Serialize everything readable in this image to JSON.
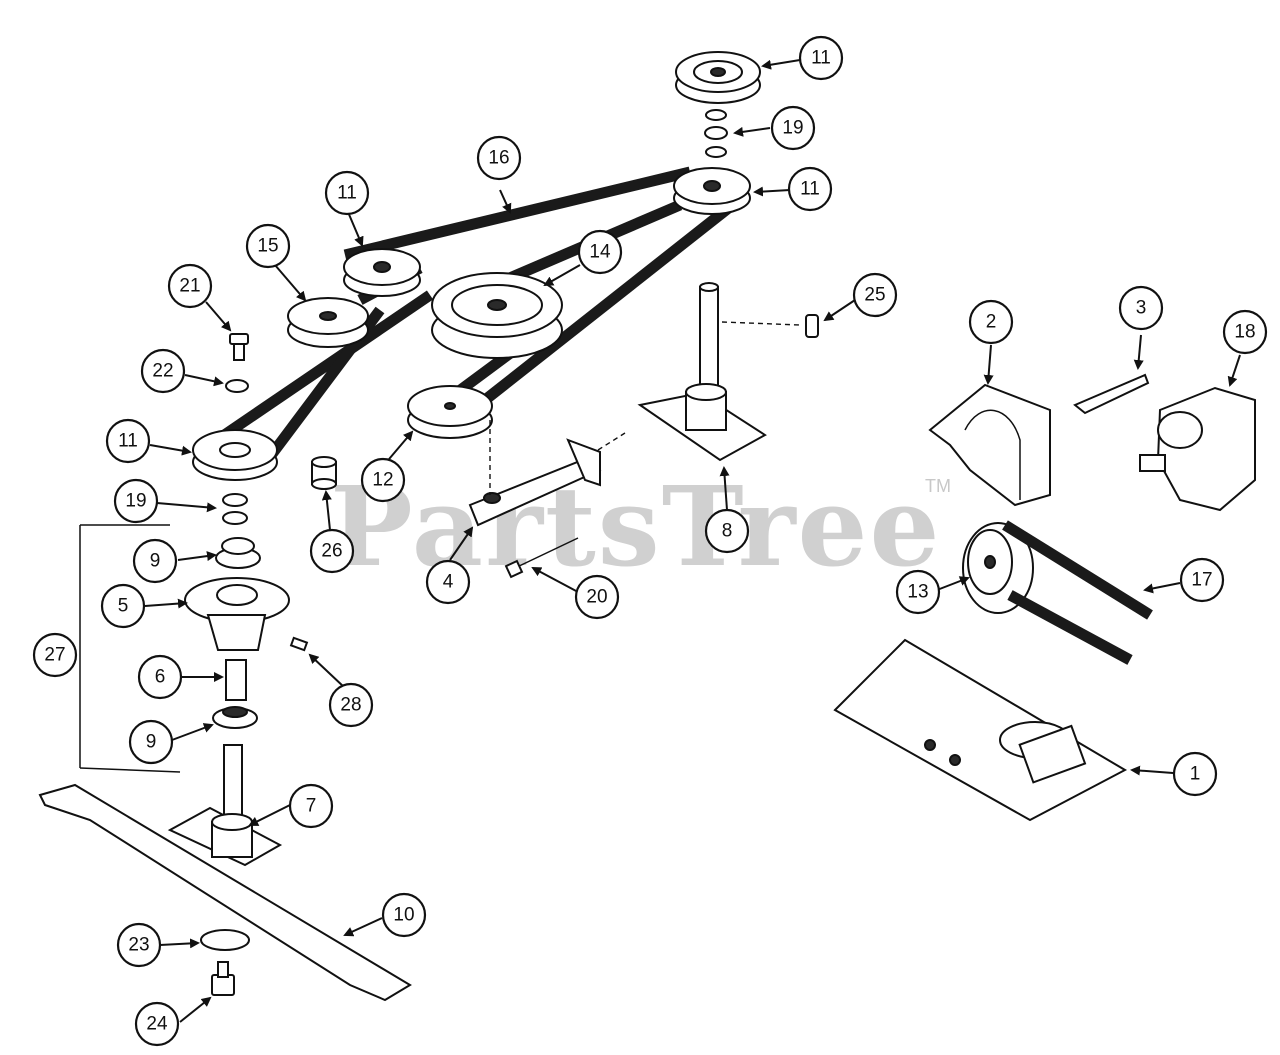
{
  "watermark": {
    "text": "PartsTree",
    "trademark": "TM"
  },
  "callouts": {
    "c1": "1",
    "c2": "2",
    "c3": "3",
    "c4": "4",
    "c5": "5",
    "c6": "6",
    "c7": "7",
    "c8": "8",
    "c9a": "9",
    "c9b": "9",
    "c10": "10",
    "c11a": "11",
    "c11b": "11",
    "c11c": "11",
    "c11d": "11",
    "c12": "12",
    "c13": "13",
    "c14": "14",
    "c15": "15",
    "c16": "16",
    "c17": "17",
    "c18": "18",
    "c19a": "19",
    "c19b": "19",
    "c20": "20",
    "c21": "21",
    "c22": "22",
    "c23": "23",
    "c24": "24",
    "c25": "25",
    "c26": "26",
    "c27": "27",
    "c28": "28"
  }
}
